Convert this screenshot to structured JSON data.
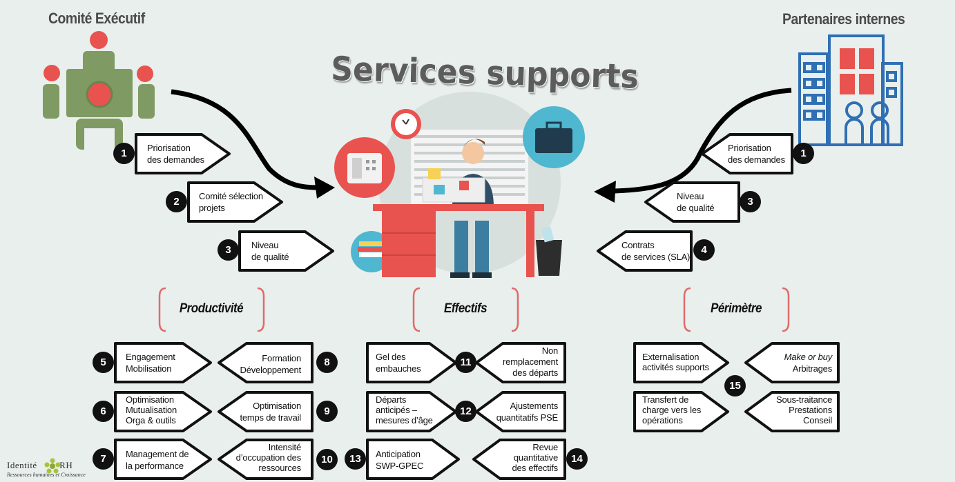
{
  "header_left": "Comité Exécutif",
  "header_right": "Partenaires internes",
  "main_title": "Services supports",
  "left_tags": [
    {
      "num": "1",
      "line1": "Priorisation",
      "line2": "des demandes"
    },
    {
      "num": "2",
      "line1": "Comité sélection",
      "line2": "projets"
    },
    {
      "num": "3",
      "line1": "Niveau",
      "line2": "de qualité"
    }
  ],
  "right_tags": [
    {
      "num": "1",
      "line1": "Priorisation",
      "line2": "des demandes"
    },
    {
      "num": "3",
      "line1": "Niveau",
      "line2": "de qualité"
    },
    {
      "num": "4",
      "line1": "Contrats",
      "line2": "de services (SLA)"
    }
  ],
  "categories": [
    "Productivité",
    "Effectifs",
    "Périmètre"
  ],
  "productivite": [
    {
      "num": "5",
      "lines": [
        "Engagement",
        "Mobilisation"
      ]
    },
    {
      "num": "8",
      "lines": [
        "Formation",
        "Développement"
      ]
    },
    {
      "num": "6",
      "lines": [
        "Optimisation",
        "Mutualisation",
        "Orga & outils"
      ]
    },
    {
      "num": "9",
      "lines": [
        "Optimisation",
        "temps de travail"
      ]
    },
    {
      "num": "7",
      "lines": [
        "Management de",
        "la performance"
      ]
    },
    {
      "num": "10",
      "lines": [
        "Intensité",
        "d’occupation des",
        "ressources"
      ]
    }
  ],
  "effectifs": [
    {
      "num": "11",
      "left": [
        "Gel des",
        "embauches"
      ],
      "right": [
        "Non",
        "remplacement",
        "des départs"
      ]
    },
    {
      "num": "12",
      "left": [
        "Départs",
        "anticipés –",
        "mesures d’âge"
      ],
      "right": [
        "Ajustements",
        "quantitatifs PSE"
      ]
    },
    {
      "num": "13",
      "lines": [
        "Anticipation",
        "SWP-GPEC"
      ]
    },
    {
      "num": "14",
      "lines": [
        "Revue",
        "quantitative",
        "des effectifs"
      ]
    }
  ],
  "perimetre": {
    "num": "15",
    "tl": [
      "Externalisation",
      "activités supports"
    ],
    "tr_italic": "Make or buy",
    "tr": "Arbitrages",
    "bl": [
      "Transfert de",
      "charge vers les",
      "opérations"
    ],
    "br": [
      "Sous-traitance",
      "Prestations",
      "Conseil"
    ]
  },
  "logo": {
    "word1": "Identité",
    "word2": "RH",
    "tagline": "Ressources humaines et Croissance"
  },
  "colors": {
    "bracket": "#e06a6a",
    "executive": "#7f9a62",
    "building": "#2f6fb3",
    "building_red": "#e9534f"
  }
}
